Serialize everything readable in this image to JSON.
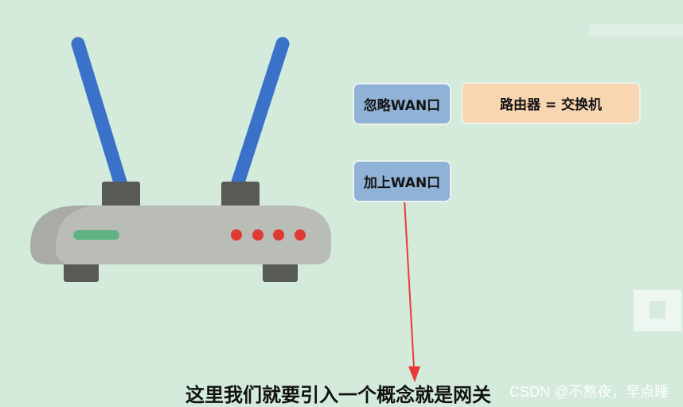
{
  "slide": {
    "background": "#d4ebdc",
    "boxes": {
      "ignore_wan": {
        "label": "忽略WAN口",
        "color": "#8fb2d6"
      },
      "router_equals_switch": {
        "label": "路由器 = 交换机",
        "color": "#f8d6b1"
      },
      "add_wan": {
        "label": "加上WAN口",
        "color": "#8fb2d6"
      }
    },
    "subtitle": "这里我们就要引入一个概念就是网关",
    "watermark": "CSDN @不熬夜，早点睡",
    "illustration": {
      "name": "router",
      "antenna_color": "#3a72c9",
      "body_color": "#babcb6",
      "base_color": "#575a55",
      "status_bar_color": "#5fb383",
      "led_color": "#e03a33",
      "led_count": 4
    },
    "arrow": {
      "color": "#e83a3a",
      "from": "add_wan",
      "to": "subtitle"
    }
  }
}
